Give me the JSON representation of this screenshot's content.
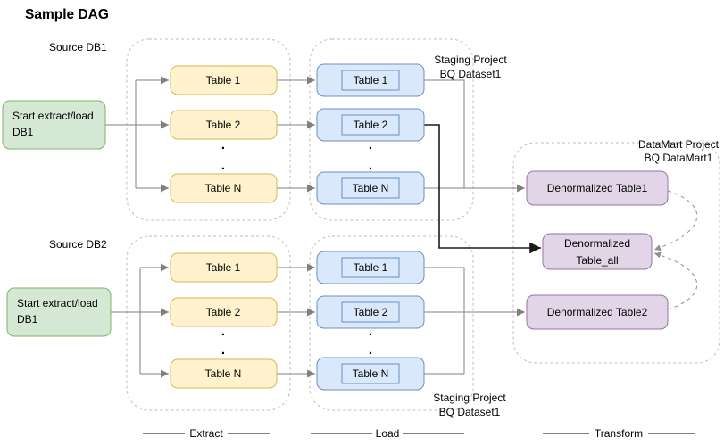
{
  "title": "Sample DAG",
  "ellipsis": ".",
  "sources": [
    {
      "label": "Source DB1",
      "start_node": {
        "line1": "Start extract/load",
        "line2": "DB1"
      }
    },
    {
      "label": "Source DB2",
      "start_node": {
        "line1": "Start extract/load",
        "line2": "DB1"
      }
    }
  ],
  "extract": {
    "legend": "Extract",
    "db1_tables": [
      "Table 1",
      "Table 2",
      "Table N"
    ],
    "db2_tables": [
      "Table 1",
      "Table 2",
      "Table N"
    ]
  },
  "load": {
    "legend": "Load",
    "staging_label": {
      "line1": "Staging Project",
      "line2": "BQ Dataset1"
    },
    "db1_tables": [
      "Table 1",
      "Table 2",
      "Table N"
    ],
    "db2_tables": [
      "Table 1",
      "Table 2",
      "Table N"
    ]
  },
  "transform": {
    "legend": "Transform",
    "datamart_label": {
      "line1": "DataMart Project",
      "line2": "BQ DataMart1"
    },
    "nodes": {
      "table1": "Denormalized Table1",
      "table_all_line1": "Denormalized",
      "table_all_line2": "Table_all",
      "table2": "Denormalized Table2"
    }
  },
  "colors": {
    "start_node_fill": "#d5e8d4",
    "start_node_stroke": "#82b366",
    "extract_node_fill": "#fff2cc",
    "extract_node_stroke": "#d6b656",
    "load_node_fill": "#dae8fc",
    "load_node_stroke": "#6c8ebf",
    "transform_node_fill": "#e1d5e7",
    "transform_node_stroke": "#9673a6",
    "connector": "#808080",
    "emphasis_connector": "#1a1a1a",
    "container_border": "#bdbdbd",
    "background": "#ffffff"
  }
}
